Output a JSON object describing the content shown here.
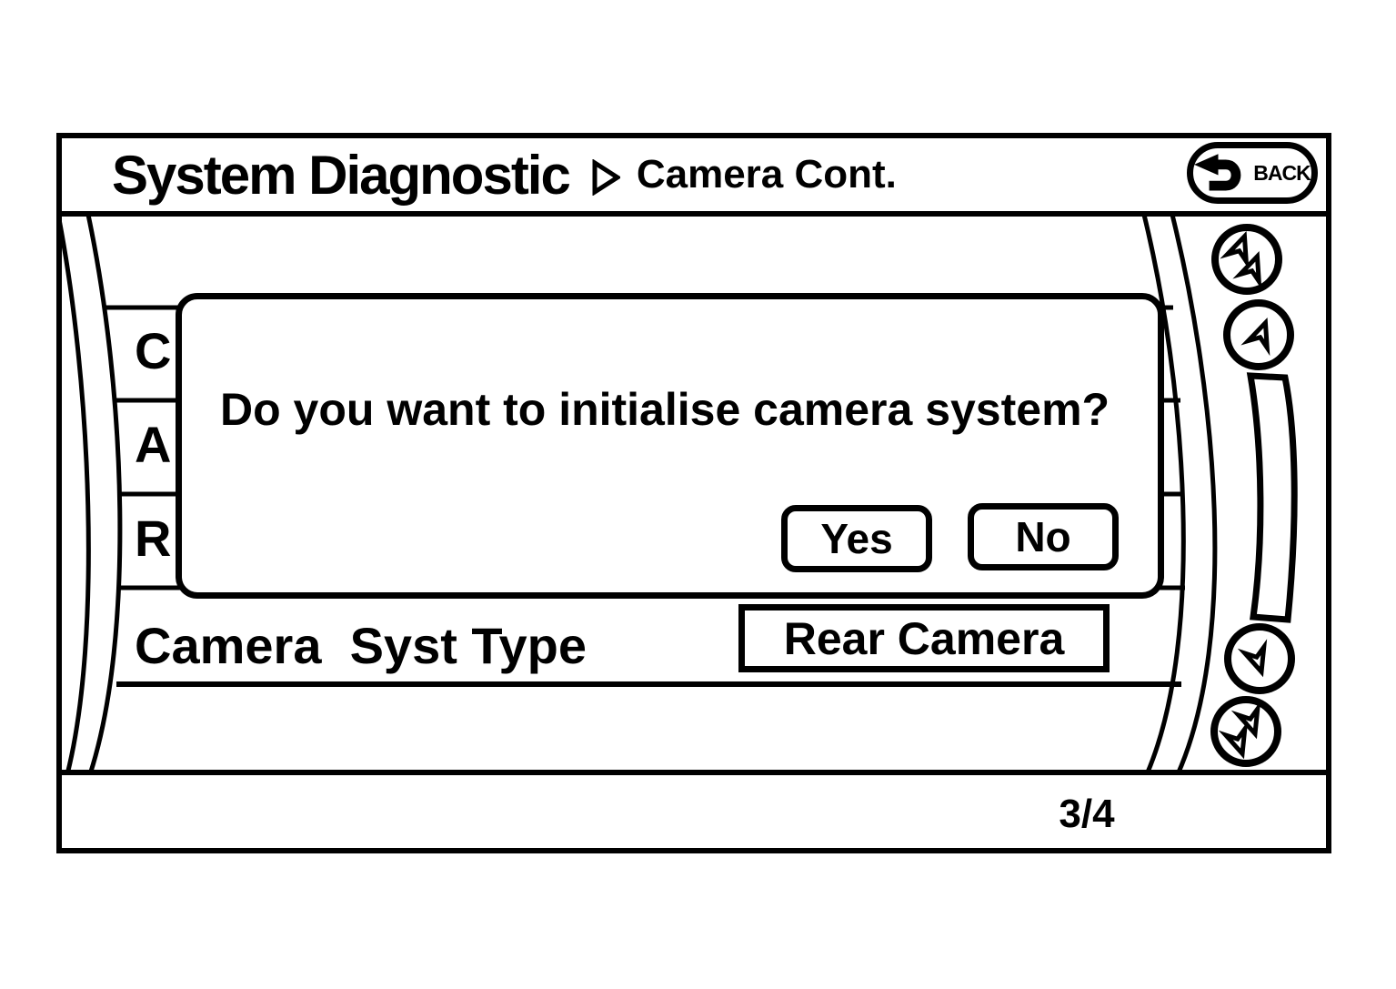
{
  "window": {
    "title": "System Diagnostic",
    "subtitle": "Camera Cont.",
    "back_button": "BACK"
  },
  "dialog": {
    "message": "Do you want to initialise camera system?",
    "yes_label": "Yes",
    "no_label": "No"
  },
  "list": {
    "clipped_row_labels": [
      "C",
      "A",
      "R"
    ],
    "visible_row_label": "Camera  Syst Type",
    "visible_row_value": "Rear Camera"
  },
  "scroll_controls": {
    "icons": [
      "page-up-icon",
      "scroll-up-icon",
      "scrollbar-thumb",
      "scroll-down-icon",
      "page-down-icon"
    ]
  },
  "footer": {
    "page_indicator": "3/4"
  },
  "colors": {
    "foreground": "#000000",
    "background": "#ffffff"
  }
}
